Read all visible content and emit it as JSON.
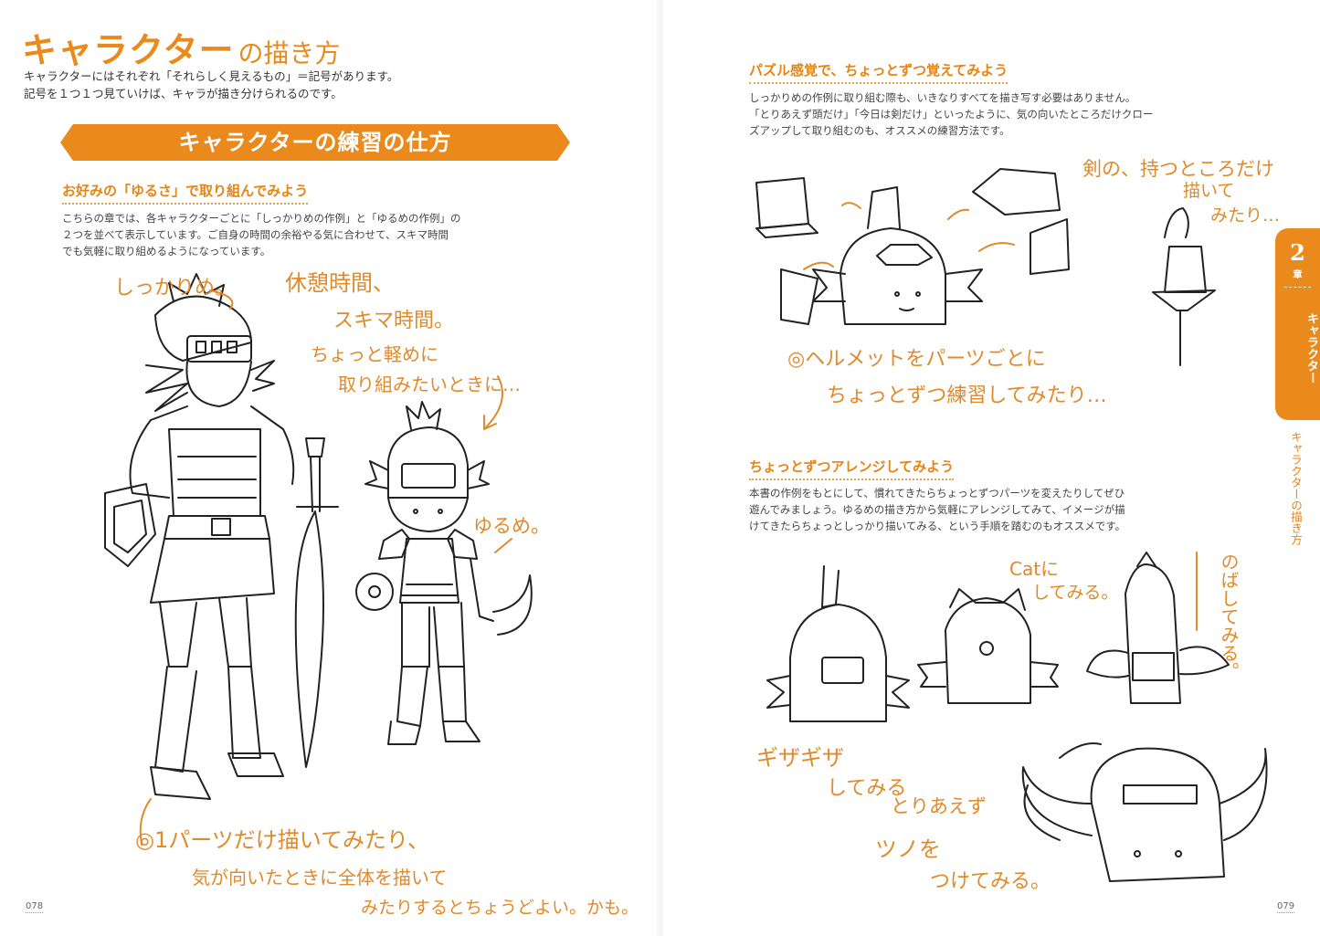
{
  "left_page": {
    "title_main": "キャラクター",
    "title_suffix": "の描き方",
    "intro_lines": [
      "キャラクターにはそれぞれ「それらしく見えるもの」＝記号があります。",
      "記号を１つ１つ見ていけば、キャラが描き分けられるのです。"
    ],
    "banner": "キャラクターの練習の仕方",
    "section1": {
      "heading": "お好みの「ゆるさ」で取り組んでみよう",
      "lines": [
        "こちらの章では、各キャラクターごとに「しっかりめの作例」と「ゆるめの作例」の",
        "２つを並べて表示しています。ご自身の時間の余裕やる気に合わせて、スキマ時間",
        "でも気軽に取り組めるようになっています。"
      ]
    },
    "handwritten": {
      "shikkari": "しっかりめ。",
      "kyukei1": "休憩時間、",
      "kyukei2": "スキマ時間。",
      "kyukei3": "ちょっと軽めに",
      "kyukei4": "取り組みたいときに…",
      "yurume": "ゆるめ。",
      "bottom1": "◎1パーツだけ描いてみたり、",
      "bottom2": "気が向いたときに全体を描いて",
      "bottom3": "みたりするとちょうどよい。かも。"
    },
    "page_number": "078"
  },
  "right_page": {
    "section2": {
      "heading": "パズル感覚で、ちょっとずつ覚えてみよう",
      "lines": [
        "しっかりめの作例に取り組む際も、いきなりすべてを描き写す必要はありません。",
        "「とりあえず頭だけ」「今日は剣だけ」といったように、気の向いたところだけクロー",
        "ズアップして取り組むのも、オススメの練習方法です。"
      ]
    },
    "handwritten_a": {
      "sword1": "剣の、持つところだけ",
      "sword2": "描いて",
      "sword3": "みたり…",
      "helmet1": "◎ヘルメットをパーツごとに",
      "helmet2": "ちょっとずつ練習してみたり…"
    },
    "section3": {
      "heading": "ちょっとずつアレンジしてみよう",
      "lines": [
        "本書の作例をもとにして、慣れてきたらちょっとずつパーツを変えたりしてぜひ",
        "遊んでみましょう。ゆるめの描き方から気軽にアレンジしてみて、イメージが描",
        "けてきたらちょっとしっかり描いてみる、という手順を踏むのもオススメです。"
      ]
    },
    "handwritten_b": {
      "cat1": "Catに",
      "cat2": "してみる。",
      "nobashi": "のばしてみる。",
      "giza1": "ギザギザ",
      "giza2": "してみる",
      "tsuno1": "とりあえず",
      "tsuno2": "ツノを",
      "tsuno3": "つけてみる。"
    },
    "side_tab": {
      "number": "2",
      "sho": "章",
      "label": "キャラクター",
      "sub": "キャラクターの描き方"
    },
    "page_number": "079"
  },
  "colors": {
    "accent": "#ea8a1d",
    "heading": "#e68414",
    "handwriting": "#e08a2a",
    "ink": "#222222"
  }
}
